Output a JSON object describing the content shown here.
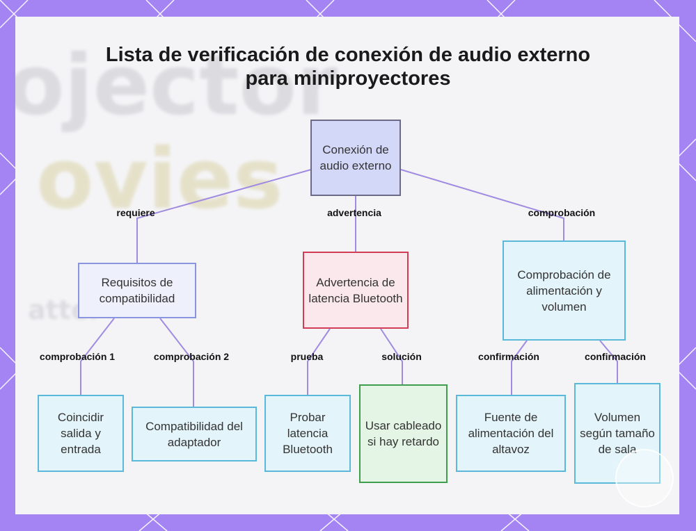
{
  "title": "Lista de verificación de conexión de audio externo para miniproyectores",
  "colors": {
    "frame": "#a384f2",
    "root_fill": "#d4d8f8",
    "connector": "#a08be0",
    "warning_border": "#d23c55",
    "check_border": "#5ab8d8",
    "solution_border": "#3e9e4e"
  },
  "nodes": {
    "root": "Conexión de audio externo",
    "compat": "Requisitos de compatibilidad",
    "latency": "Advertencia de latencia Bluetooth",
    "power_check": "Comprobación de alimentación y volumen",
    "match_io": "Coincidir salida y entrada",
    "adapter": "Compatibilidad del adaptador",
    "test_bt": "Probar latencia Bluetooth",
    "wired": "Usar cableado si hay retardo",
    "speaker_power": "Fuente de alimentación del altavoz",
    "volume": "Volumen según tamaño de sala"
  },
  "edge_labels": {
    "requires": "requiere",
    "warning": "advertencia",
    "check": "comprobación",
    "check1": "comprobación 1",
    "check2": "comprobación 2",
    "test": "prueba",
    "solution": "solución",
    "confirm1": "confirmación",
    "confirm2": "confirmación"
  },
  "background_watermark": [
    "ojector",
    "ovies",
    "atter"
  ]
}
